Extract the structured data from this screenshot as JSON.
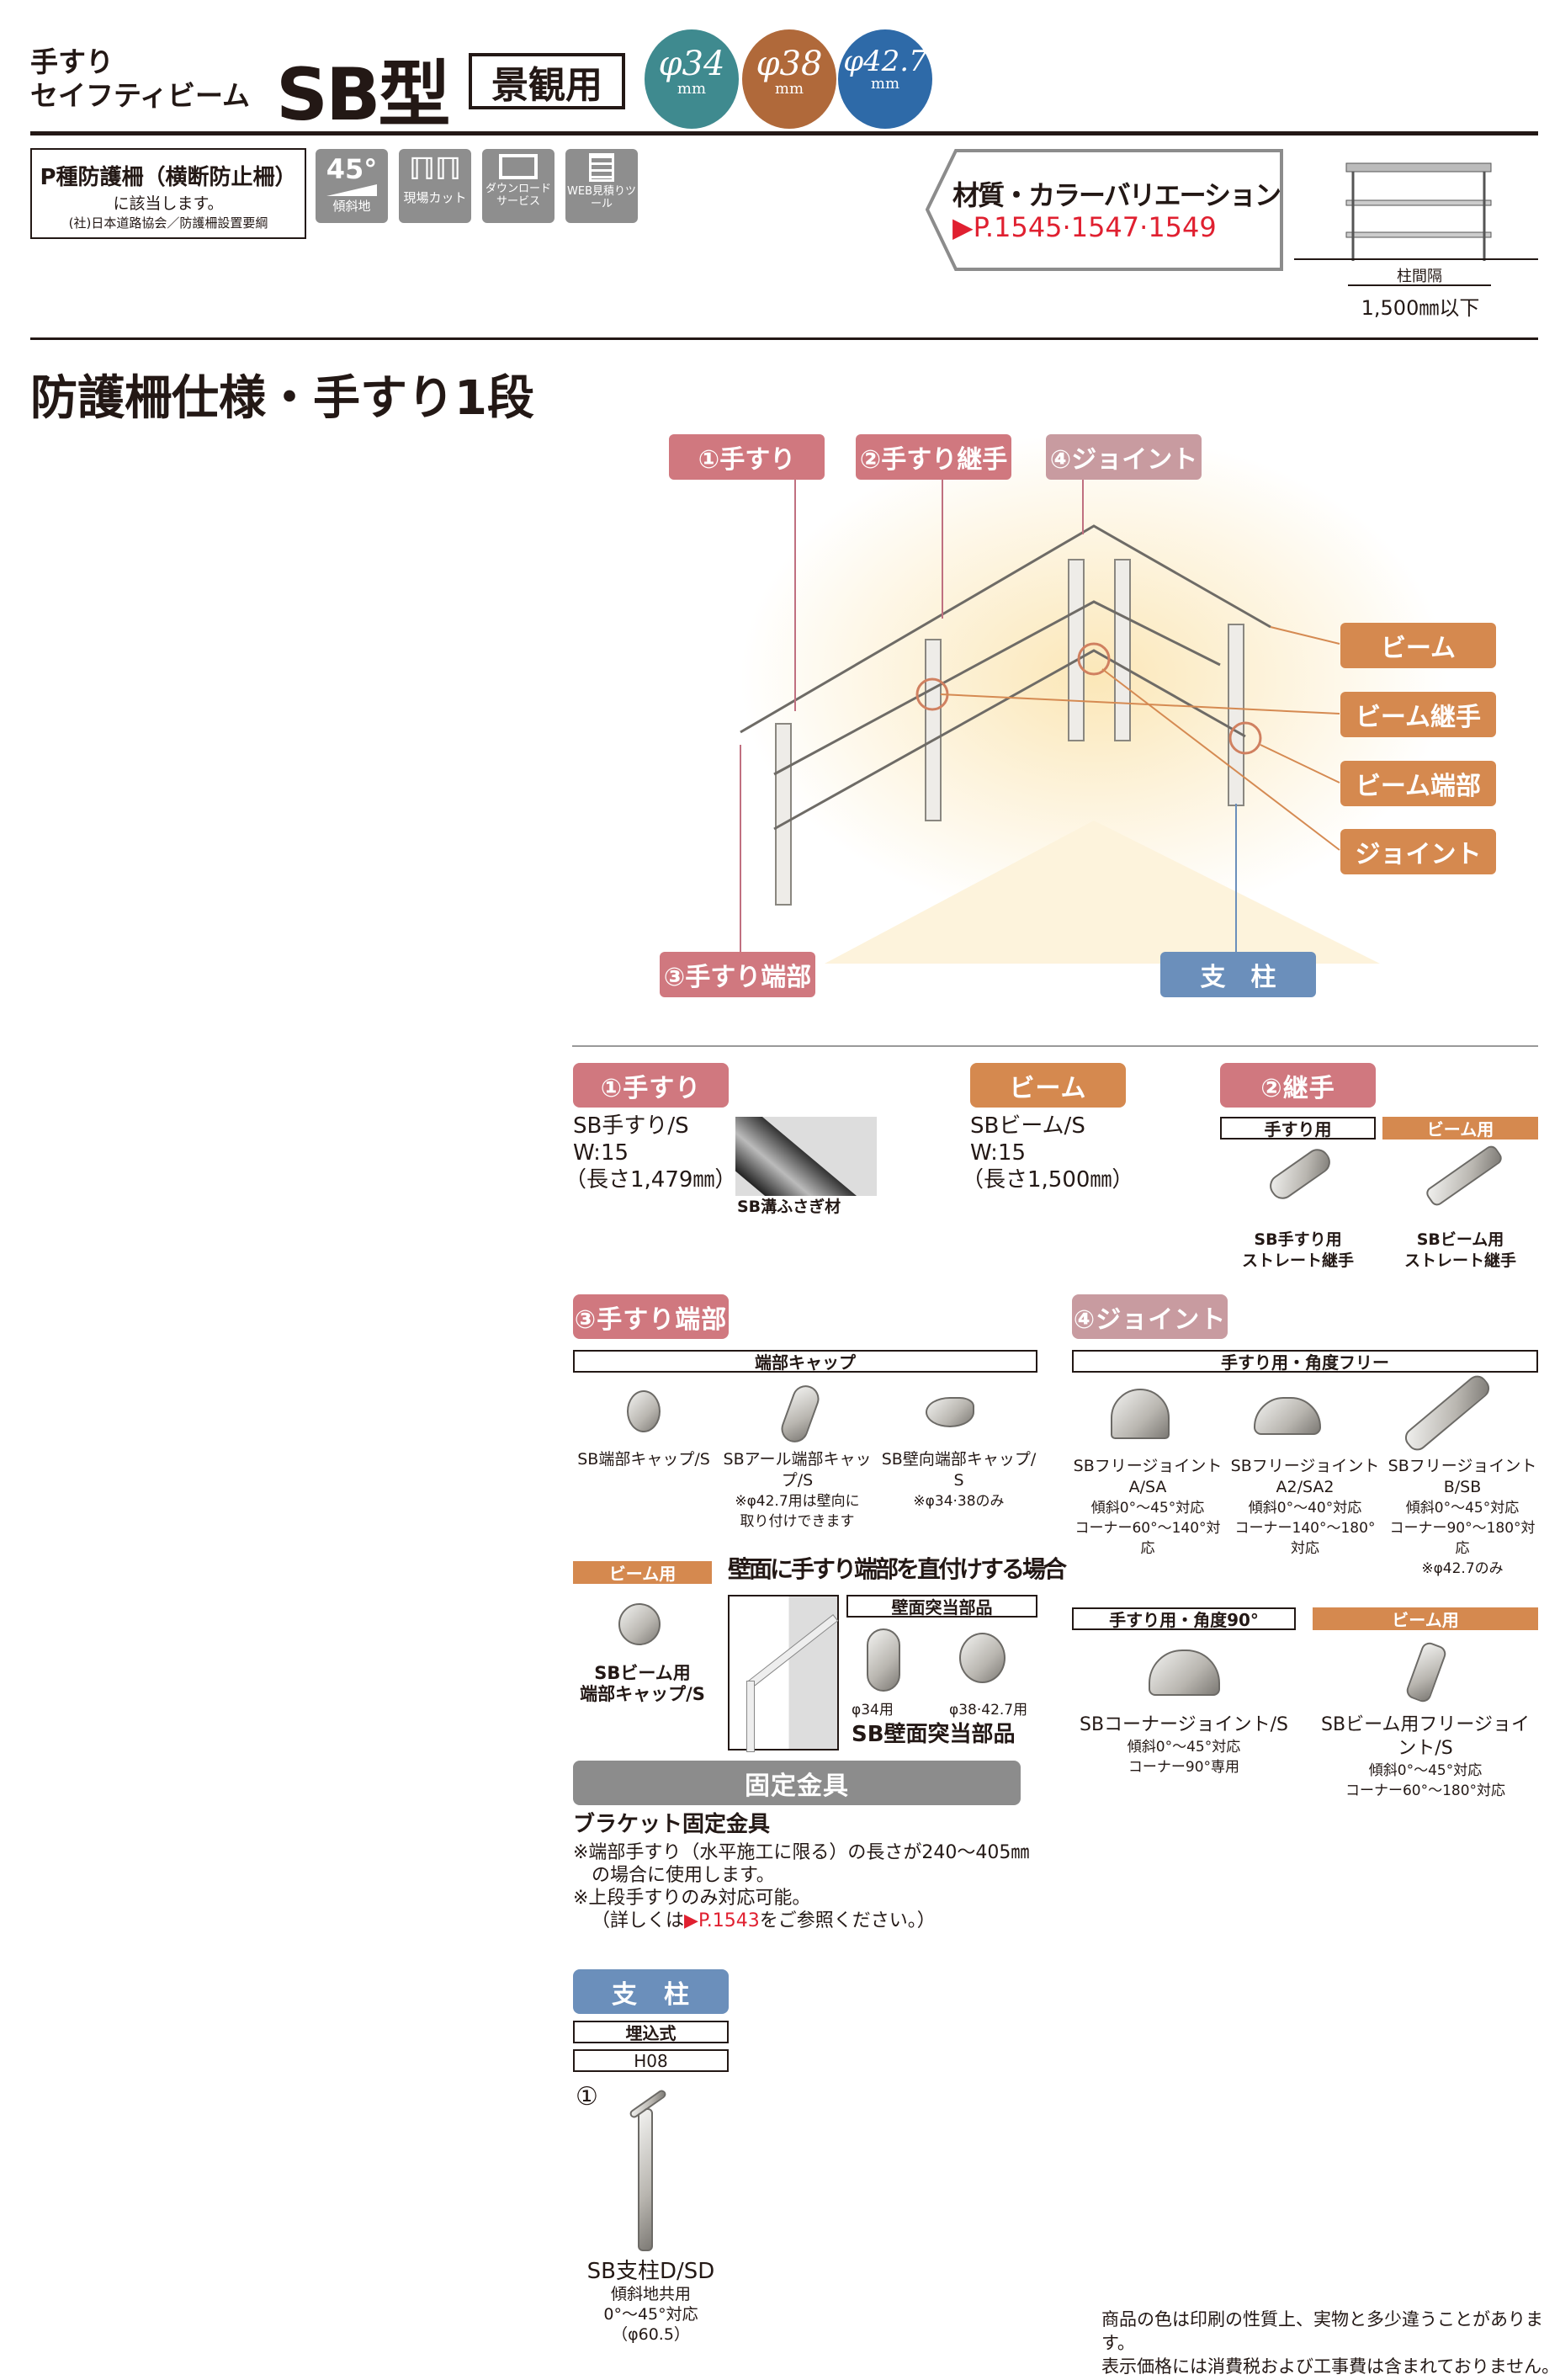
{
  "header": {
    "subtitle_line1": "手すり",
    "subtitle_line2": "セイフティビーム",
    "model": "SB型",
    "category": "景観用",
    "diameters": [
      {
        "value": "φ34",
        "unit": "mm",
        "color": "#3f8a8f"
      },
      {
        "value": "φ38",
        "unit": "mm",
        "color": "#b0693a"
      },
      {
        "value": "φ42.7",
        "unit": "mm",
        "color": "#2e6aa8"
      }
    ]
  },
  "standard": {
    "title": "P種防護柵（横断防止柵）",
    "line2": "に該当します。",
    "line3": "(社)日本道路協会／防護柵設置要綱"
  },
  "feature_icons": [
    {
      "icon": "slope-45-icon",
      "top": "45°",
      "label": "傾斜地"
    },
    {
      "icon": "on-site-cut-icon",
      "label": "現場カット"
    },
    {
      "icon": "download-monitor-icon",
      "label": "ダウンロードサービス"
    },
    {
      "icon": "calculator-icon",
      "label": "WEB見積りツール"
    }
  ],
  "variation": {
    "title": "材質・カラーバリエーション",
    "pages": "P.1545·1547·1549"
  },
  "spacing": {
    "label": "柱間隔",
    "value": "1,500㎜以下"
  },
  "section_title": "防護柵仕様・手すり1段",
  "diagram_labels": {
    "handrail": "①手すり",
    "handrail_joint": "②手すり継手",
    "joint_top": "④ジョイント",
    "beam": "ビーム",
    "beam_joint": "ビーム継手",
    "beam_end": "ビーム端部",
    "joint": "ジョイント",
    "handrail_end": "③手すり端部",
    "post": "支　柱"
  },
  "handrail": {
    "tag": "①手すり",
    "name": "SB手すり/S",
    "w": "W:15",
    "length": "（長さ1,479㎜）",
    "photo_caption": "SB溝ふさぎ材"
  },
  "beam": {
    "tag": "ビーム",
    "name": "SBビーム/S",
    "w": "W:15",
    "length": "（長さ1,500㎜）"
  },
  "splice": {
    "tag": "②継手",
    "handrail_use": "手すり用",
    "beam_use": "ビーム用",
    "items": [
      {
        "l1": "SB手すり用",
        "l2": "ストレート継手"
      },
      {
        "l1": "SBビーム用",
        "l2": "ストレート継手"
      }
    ]
  },
  "ends": {
    "tag": "③手すり端部",
    "caps_header": "端部キャップ",
    "caps": [
      {
        "name": "SB端部キャップ/S"
      },
      {
        "name": "SBアール端部キャップ/S",
        "n1": "※φ42.7用は壁向に",
        "n2": "取り付けできます"
      },
      {
        "name": "SB壁向端部キャップ/S",
        "n1": "※φ34·38のみ"
      }
    ],
    "beam_use": "ビーム用",
    "beam_cap_l1": "SBビーム用",
    "beam_cap_l2": "端部キャップ/S",
    "wall_title": "壁面に手すり端部を直付けする場合",
    "wall_parts_header": "壁面突当部品",
    "wall_p1": "φ34用",
    "wall_p2": "φ38·42.7用",
    "wall_name": "SB壁面突当部品"
  },
  "joints": {
    "tag": "④ジョイント",
    "free_header": "手すり用・角度フリー",
    "free": [
      {
        "name": "SBフリージョイントA/SA",
        "l1": "傾斜0°～45°対応",
        "l2": "コーナー60°～140°対応"
      },
      {
        "name": "SBフリージョイントA2/SA2",
        "l1": "傾斜0°～40°対応",
        "l2": "コーナー140°～180°対応"
      },
      {
        "name": "SBフリージョイントB/SB",
        "l1": "傾斜0°～45°対応",
        "l2": "コーナー90°～180°対応",
        "l3": "※φ42.7のみ"
      }
    ],
    "deg90_header": "手すり用・角度90°",
    "beam_header": "ビーム用",
    "corner": {
      "name": "SBコーナージョイント/S",
      "l1": "傾斜0°～45°対応",
      "l2": "コーナー90°専用"
    },
    "beam_free": {
      "name": "SBビーム用フリージョイント/S",
      "l1": "傾斜0°～45°対応",
      "l2": "コーナー60°～180°対応"
    }
  },
  "fixing": {
    "bar": "固定金具",
    "title": "ブラケット固定金具",
    "n1": "※端部手すり（水平施工に限る）の長さが240～405㎜",
    "n2": "の場合に使用します。",
    "n3": "※上段手すりのみ対応可能。",
    "n4a": "（詳しくは",
    "n4link": "P.1543",
    "n4b": "をご参照ください。）"
  },
  "post": {
    "tag": "支　柱",
    "type": "埋込式",
    "code": "H08",
    "num": "①",
    "name": "SB支柱D/SD",
    "l1": "傾斜地共用",
    "l2": "0°～45°対応",
    "l3": "（φ60.5）"
  },
  "footer": {
    "l1": "商品の色は印刷の性質上、実物と多少違うことがあります。",
    "l2": "表示価格には消費税および工事費は含まれておりません。"
  }
}
